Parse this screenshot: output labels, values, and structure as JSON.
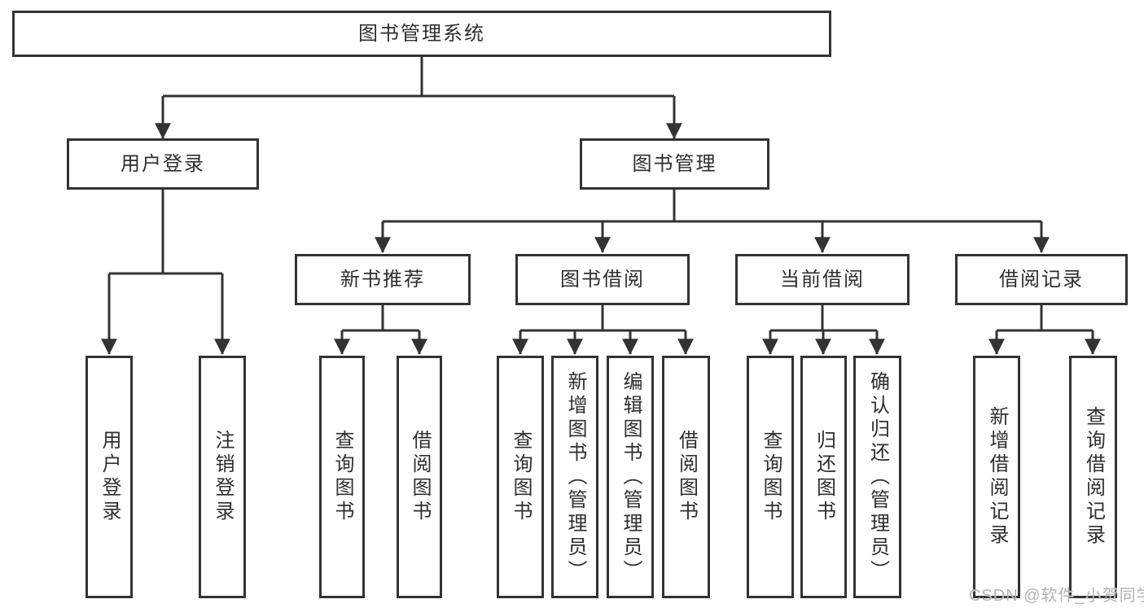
{
  "diagram": {
    "type": "tree",
    "root": {
      "label": "图书管理系统"
    },
    "level2": [
      {
        "label": "用户登录"
      },
      {
        "label": "图书管理"
      }
    ],
    "level3": [
      {
        "label": "新书推荐",
        "parent": "图书管理"
      },
      {
        "label": "图书借阅",
        "parent": "图书管理"
      },
      {
        "label": "当前借阅",
        "parent": "图书管理"
      },
      {
        "label": "借阅记录",
        "parent": "图书管理"
      }
    ],
    "leaves": [
      {
        "label": "用户登录",
        "parent": "用户登录"
      },
      {
        "label": "注销登录",
        "parent": "用户登录"
      },
      {
        "label": "查询图书",
        "parent": "新书推荐"
      },
      {
        "label": "借阅图书",
        "parent": "新书推荐"
      },
      {
        "label": "查询图书",
        "parent": "图书借阅"
      },
      {
        "label": "新增图书（管理员）",
        "parent": "图书借阅"
      },
      {
        "label": "编辑图书（管理员）",
        "parent": "图书借阅"
      },
      {
        "label": "借阅图书",
        "parent": "图书借阅"
      },
      {
        "label": "查询图书",
        "parent": "当前借阅"
      },
      {
        "label": "归还图书",
        "parent": "当前借阅"
      },
      {
        "label": "确认归还（管理员）",
        "parent": "当前借阅"
      },
      {
        "label": "新增借阅记录",
        "parent": "借阅记录"
      },
      {
        "label": "查询借阅记录",
        "parent": "借阅记录"
      }
    ],
    "colors": {
      "line": "#333333",
      "box_border": "#333333",
      "box_fill": "#ffffff",
      "text": "#2e2e2e",
      "watermark": "#b3b3b3"
    },
    "watermark": {
      "text": "CSDN @软件_小贺同学"
    }
  }
}
